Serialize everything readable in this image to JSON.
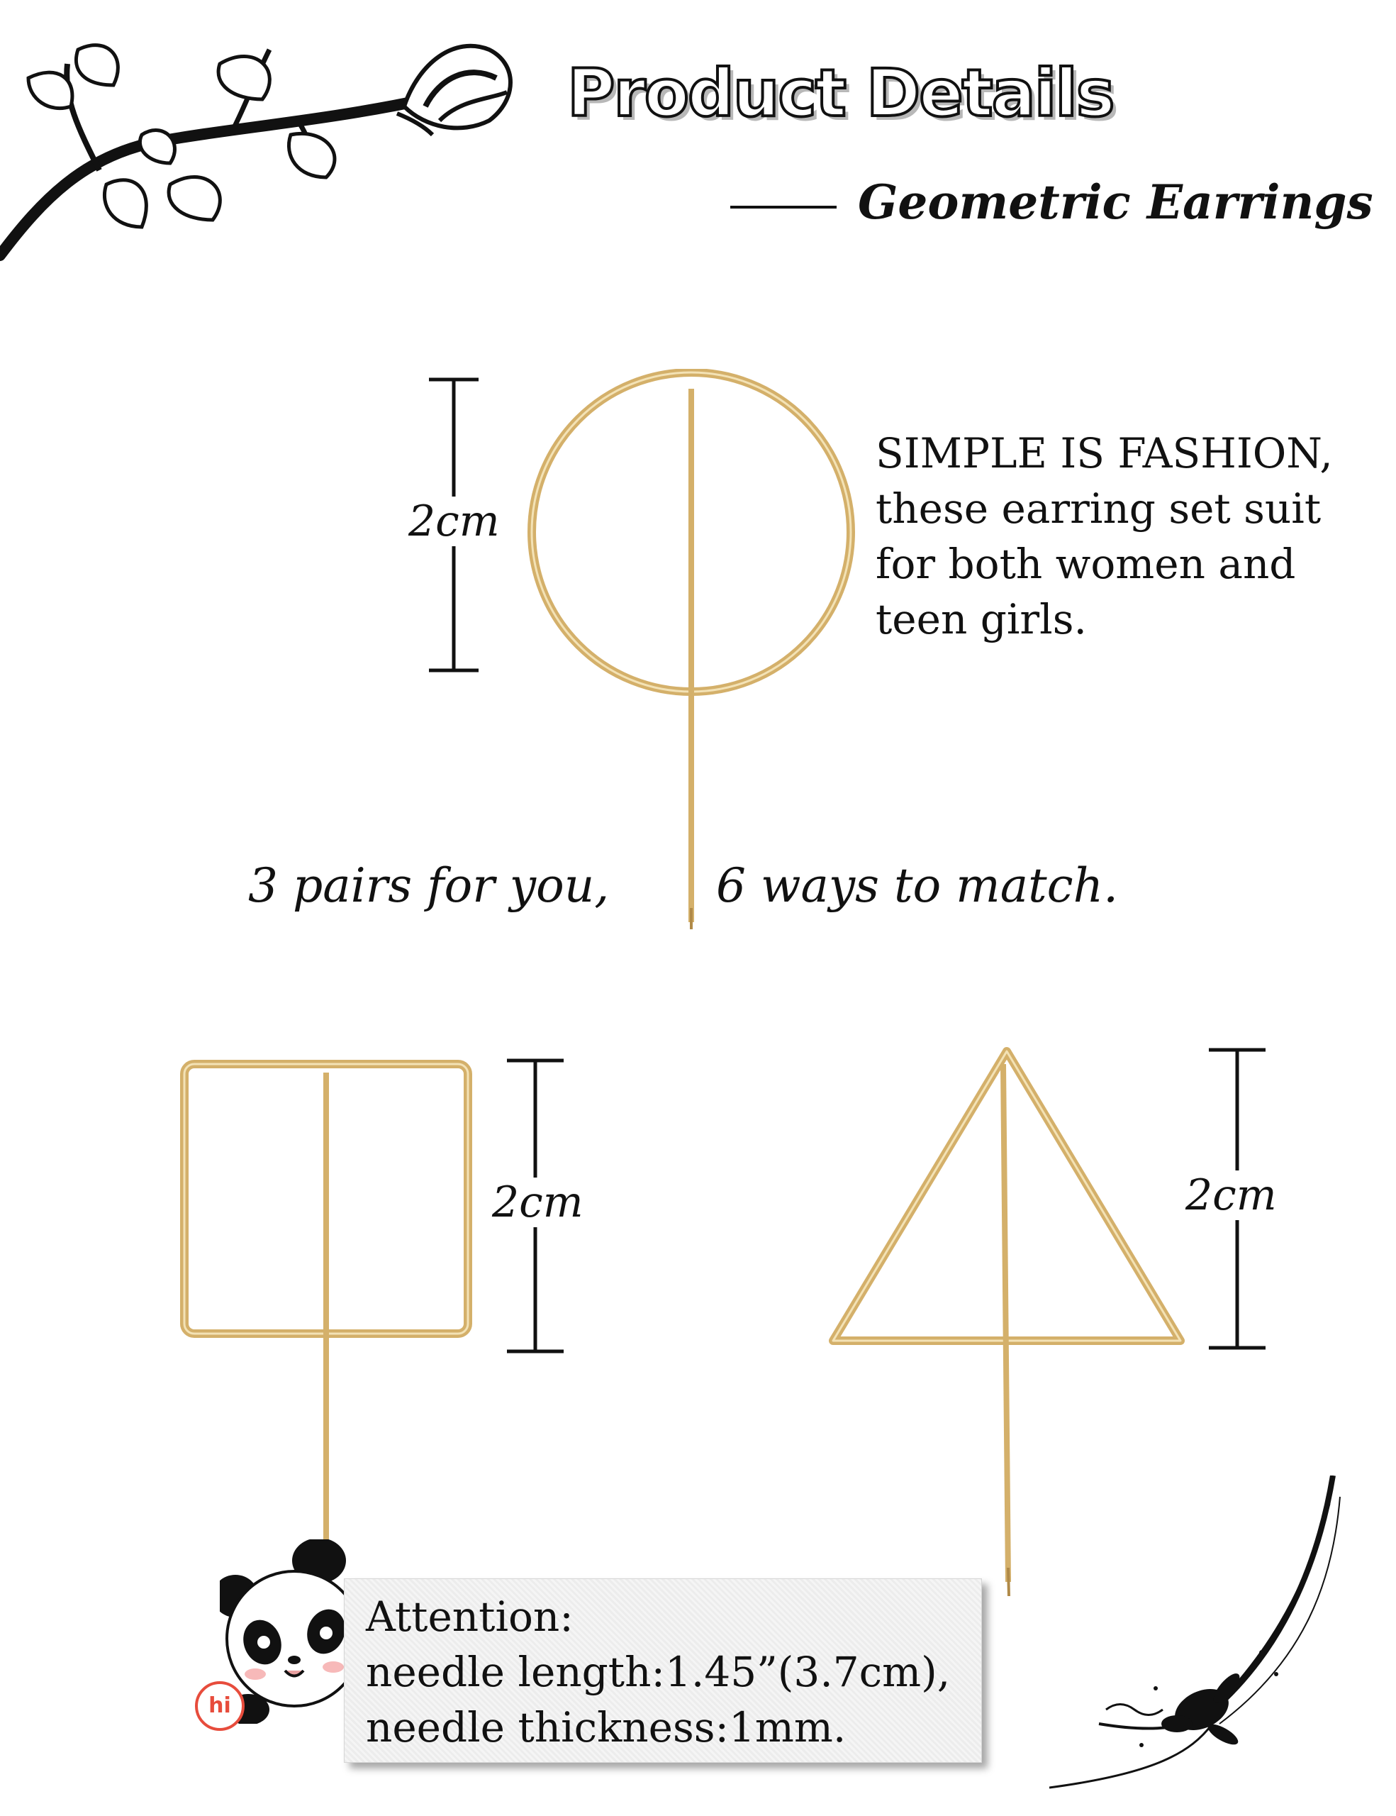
{
  "header": {
    "title": "Product Details",
    "subtitle": "Geometric Earrings"
  },
  "description": {
    "lines": [
      "SIMPLE IS  FASHION,",
      "these earring set suit",
      "for both women and",
      "teen girls."
    ]
  },
  "slogan": {
    "part1": "3 pairs for you,",
    "part2": "6 ways to match."
  },
  "earrings": [
    {
      "shape": "circle",
      "size_label": "2cm"
    },
    {
      "shape": "square",
      "size_label": "2cm"
    },
    {
      "shape": "triangle",
      "size_label": "2cm"
    }
  ],
  "attention": {
    "heading": "Attention:",
    "line1": "needle length:1.45”(3.7cm),",
    "line2": "needle thickness:1mm."
  },
  "badge": {
    "text": "hi"
  },
  "colors": {
    "gold": "#d4b06a",
    "ink": "#111111",
    "panel": "#efefef",
    "badge": "#e74c3c"
  },
  "icons": [
    "rose-branch-icon",
    "panda-mascot-icon",
    "ink-flower-icon"
  ]
}
